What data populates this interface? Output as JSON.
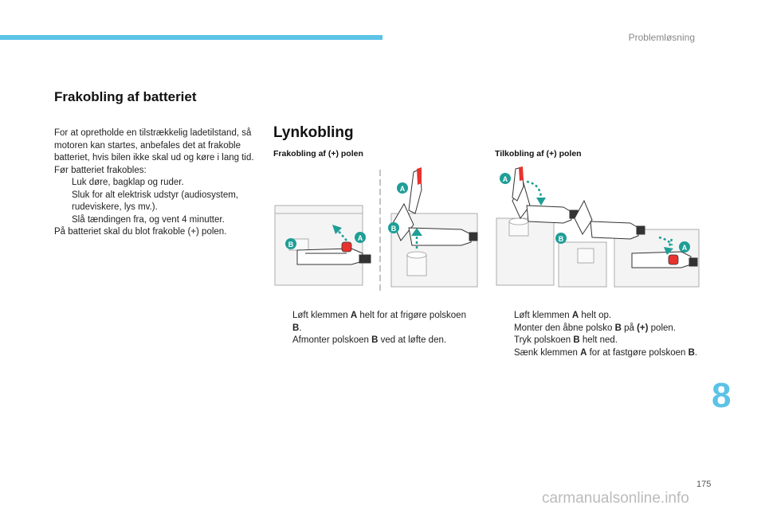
{
  "header": {
    "section": "Problemløsning"
  },
  "title": "Frakobling af batteriet",
  "intro": {
    "p1": "For at opretholde en tilstrækkelig ladetilstand, så motoren kan startes, anbefales det at frakoble batteriet, hvis bilen ikke skal ud og køre i lang tid.",
    "p2": "Før batteriet frakobles:",
    "bullet_glyph": "",
    "items": [
      "Luk døre, bagklap og ruder.",
      "Sluk for alt elektrisk udstyr (audiosystem, rudeviskere, lys mv.).",
      "Slå tændingen fra, og vent 4 minutter."
    ],
    "p3": "På batteriet skal du blot frakoble (+) polen."
  },
  "quick": {
    "title": "Lynkobling",
    "left": {
      "subtitle": "Frakobling af (+) polen",
      "steps": [
        [
          {
            "t": "Løft klemmen "
          },
          {
            "t": "A",
            "b": true
          },
          {
            "t": " helt for at frigøre polskoen "
          },
          {
            "t": "B",
            "b": true
          },
          {
            "t": "."
          }
        ],
        [
          {
            "t": "Afmonter polskoen "
          },
          {
            "t": "B",
            "b": true
          },
          {
            "t": " ved at løfte den."
          }
        ]
      ]
    },
    "right": {
      "subtitle": "Tilkobling af (+) polen",
      "steps": [
        [
          {
            "t": "Løft klemmen "
          },
          {
            "t": "A",
            "b": true
          },
          {
            "t": " helt op."
          }
        ],
        [
          {
            "t": "Monter den åbne polsko "
          },
          {
            "t": "B",
            "b": true
          },
          {
            "t": " på "
          },
          {
            "t": "(+)",
            "b": true
          },
          {
            "t": " polen."
          }
        ],
        [
          {
            "t": "Tryk polskoen "
          },
          {
            "t": "B",
            "b": true
          },
          {
            "t": " helt ned."
          }
        ],
        [
          {
            "t": "Sænk klemmen "
          },
          {
            "t": "A",
            "b": true
          },
          {
            "t": " for at fastgøre polskoen "
          },
          {
            "t": "B",
            "b": true
          },
          {
            "t": "."
          }
        ]
      ]
    }
  },
  "figure_labels": {
    "a": "A",
    "b": "B"
  },
  "chapter_number": "8",
  "page_number": "175",
  "watermark": "carmanualsonline.info",
  "colors": {
    "accent": "#5bc3e6",
    "callout": "#1e9e96",
    "clamp_red": "#e8322e"
  },
  "icons": {
    "bullet": "square-bullet-icon"
  }
}
